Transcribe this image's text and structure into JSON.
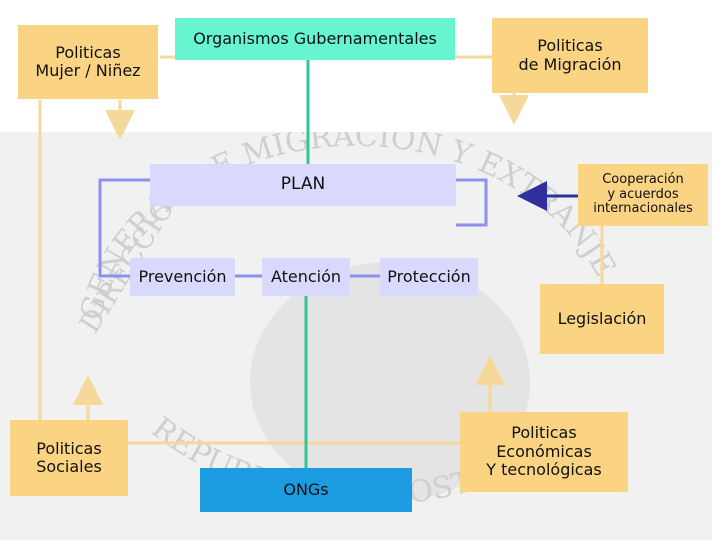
{
  "nodes": {
    "politicas_mujer": "Politicas\nMujer / Niñez",
    "organismos": "Organismos Gubernamentales",
    "politicas_migracion": "Politicas\nde Migración",
    "plan": "PLAN",
    "cooperacion": "Cooperación\ny acuerdos\ninternacionales",
    "prevencion": "Prevención",
    "atencion": "Atención",
    "proteccion": "Protección",
    "legislacion": "Legislación",
    "politicas_sociales": "Politicas\nSociales",
    "ongs": "ONGs",
    "politicas_economicas": "Politicas\nEconómicas\nY tecnológicas"
  },
  "background": {
    "seal_text_top": "GENERAL DE MIGRACION Y EXTRANJERIA",
    "seal_text_left": "DIRECCION",
    "seal_text_bottom": "REPUBLICA DE COSTA RICA"
  },
  "colors": {
    "yellow_box": "#fbd483",
    "teal_box": "#66f5cf",
    "lavender_box": "#d9d9fd",
    "blue_box": "#1b9ce0",
    "yellow_line": "#f6d89a",
    "teal_line": "#33c49e",
    "purple_line": "#8f8ff0",
    "dark_blue_line": "#2f2fa0"
  }
}
